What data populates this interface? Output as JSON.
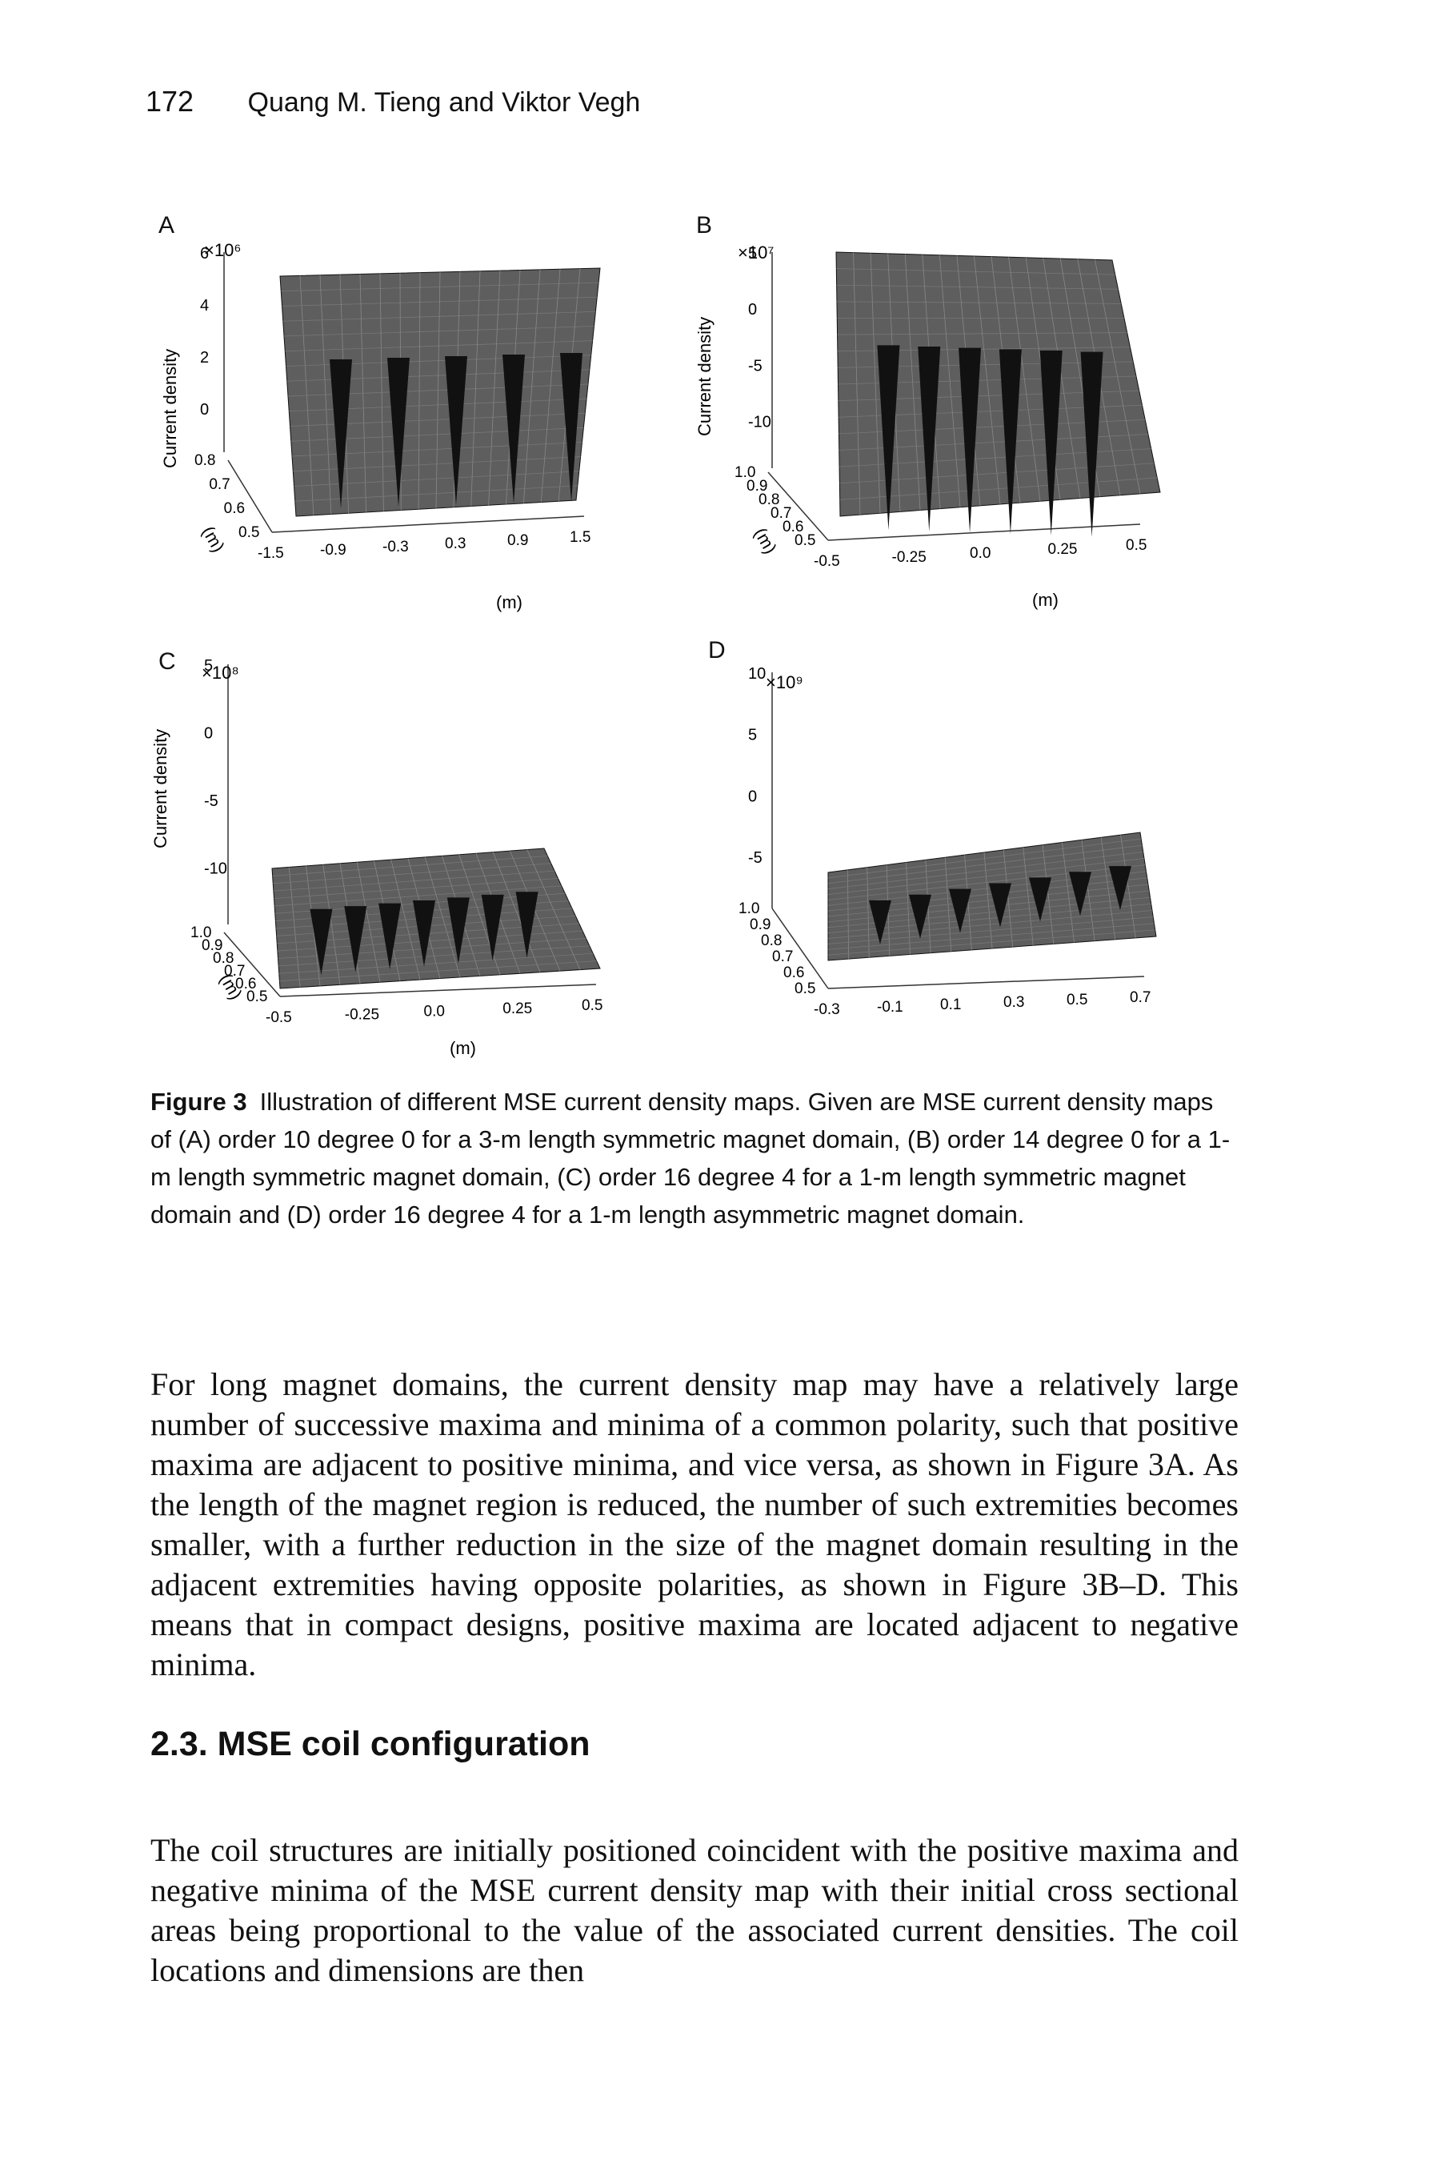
{
  "header": {
    "page_number": "172",
    "authors": "Quang M. Tieng and Viktor Vegh"
  },
  "figure": {
    "panels": [
      {
        "letter": "A",
        "multiplier": "×10⁶",
        "z_label": "Current density",
        "z_ticks": [
          "6",
          "4",
          "2",
          "0"
        ],
        "y_label": "(m)",
        "y_ticks": [
          "0.8",
          "0.7",
          "0.6",
          "0.5"
        ],
        "x_label": "(m)",
        "x_ticks": [
          "-1.5",
          "-0.9",
          "-0.3",
          "0.3",
          "0.9",
          "1.5"
        ],
        "peaks": 5
      },
      {
        "letter": "B",
        "multiplier": "×10⁷",
        "z_label": "Current density",
        "z_ticks": [
          "5",
          "0",
          "-5",
          "-10"
        ],
        "y_label": "(m)",
        "y_ticks": [
          "1.0",
          "0.9",
          "0.8",
          "0.7",
          "0.6",
          "0.5"
        ],
        "x_label": "(m)",
        "x_ticks": [
          "-0.5",
          "-0.25",
          "0.0",
          "0.25",
          "0.5"
        ],
        "peaks": 6
      },
      {
        "letter": "C",
        "multiplier": "×10⁸",
        "z_label": "Current density",
        "z_ticks": [
          "5",
          "0",
          "-5",
          "-10"
        ],
        "y_label": "(m)",
        "y_ticks": [
          "1.0",
          "0.9",
          "0.8",
          "0.7",
          "0.6",
          "0.5"
        ],
        "x_label": "(m)",
        "x_ticks": [
          "-0.5",
          "-0.25",
          "0.0",
          "0.25",
          "0.5"
        ],
        "peaks": 7
      },
      {
        "letter": "D",
        "multiplier": "×10⁹",
        "z_label": "",
        "z_ticks": [
          "10",
          "5",
          "0",
          "-5"
        ],
        "y_label": "",
        "y_ticks": [
          "1.0",
          "0.9",
          "0.8",
          "0.7",
          "0.6",
          "0.5"
        ],
        "x_label": "",
        "x_ticks": [
          "-0.3",
          "-0.1",
          "0.1",
          "0.3",
          "0.5",
          "0.7"
        ],
        "peaks": 7
      }
    ],
    "caption_label": "Figure 3",
    "caption_text": "Illustration of different MSE current density maps. Given are MSE current density maps of (A) order 10 degree 0 for a 3-m length symmetric magnet domain, (B) order 14 degree 0 for a 1-m length symmetric magnet domain, (C) order 16 degree 4 for a 1-m length symmetric magnet domain and (D) order 16 degree 4 for a 1-m length asymmetric magnet domain."
  },
  "body": {
    "paragraph1": "For long magnet domains, the current density map may have a relatively large number of successive maxima and minima of a common polarity, such that positive maxima are adjacent to positive minima, and vice versa, as shown in Figure 3A. As the length of the magnet region is reduced, the number of such extremities becomes smaller, with a further reduction in the size of the magnet domain resulting in the adjacent extremities having opposite polarities, as shown in Figure 3B–D. This means that in compact designs, positive maxima are located adjacent to negative minima.",
    "section_heading": "2.3. MSE coil configuration",
    "paragraph2": "The coil structures are initially positioned coincident with the positive maxima and negative minima of the MSE current density map with their initial cross sectional areas being proportional to the value of the associated current densities. The coil locations and dimensions are then"
  }
}
